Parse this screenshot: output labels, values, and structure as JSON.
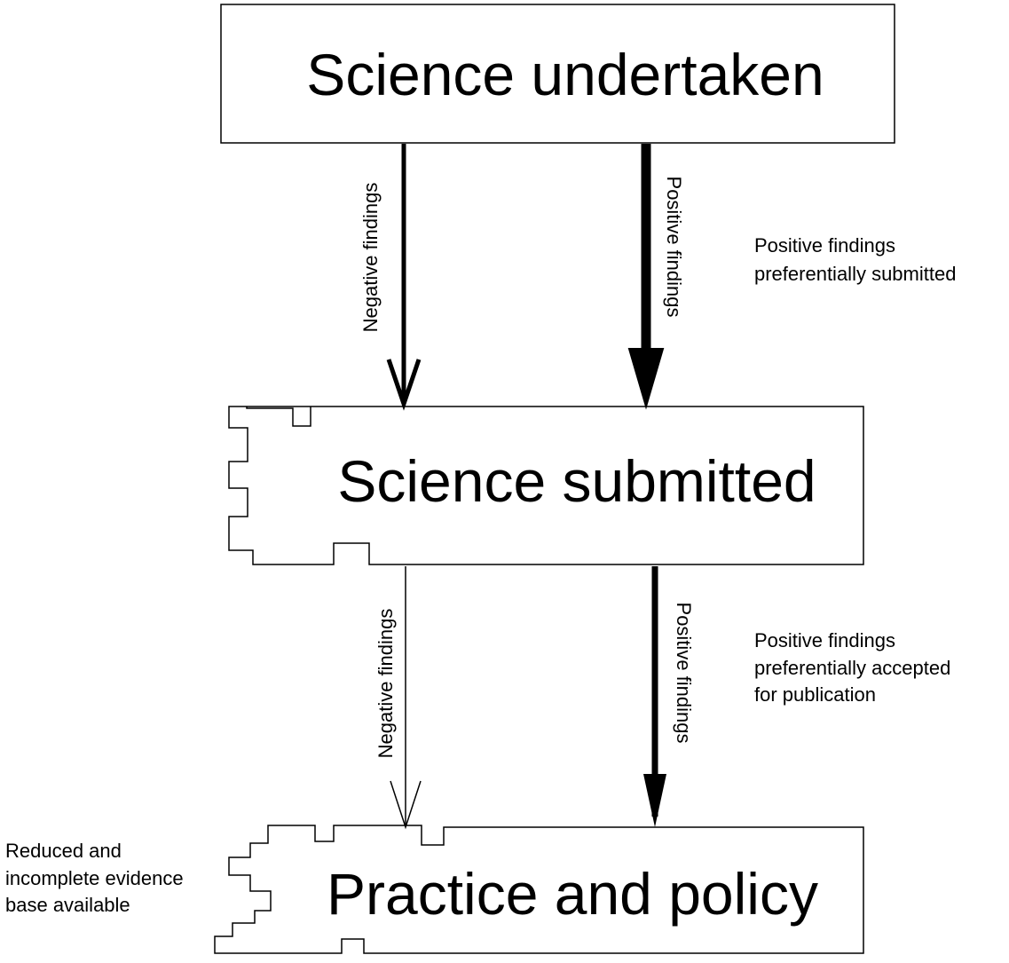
{
  "boxes": {
    "undertaken": "Science undertaken",
    "submitted": "Science submitted",
    "practice": "Practice and policy"
  },
  "arrows": {
    "undertaken_negative": "Negative findings",
    "undertaken_positive": "Positive findings",
    "submitted_negative": "Negative findings",
    "submitted_positive": "Positive findings"
  },
  "notes": {
    "submitted": [
      "Positive findings",
      "preferentially submitted"
    ],
    "accepted": [
      "Positive findings",
      "preferentially accepted",
      "for publication"
    ],
    "evidence": [
      "Reduced and",
      "incomplete evidence",
      "base available"
    ]
  },
  "colors": {
    "stroke": "#000000",
    "background": "#ffffff"
  }
}
